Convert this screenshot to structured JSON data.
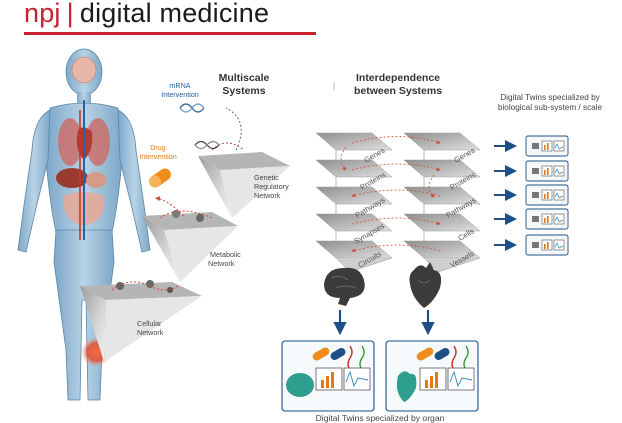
{
  "header": {
    "brand_npj": "npj",
    "brand_sep": "|",
    "brand_rest": "digital medicine"
  },
  "multiscale": {
    "title_line1": "Multiscale",
    "title_line2": "Systems",
    "mrna_line1": "mRNA",
    "mrna_line2": "Intervention",
    "drug_line1": "Drug",
    "drug_line2": "Intervention",
    "genetic_line1": "Genetic",
    "genetic_line2": "Regulatory",
    "genetic_line3": "Network",
    "metabolic_line1": "Metabolic",
    "metabolic_line2": "Network",
    "cellular_line1": "Cellular",
    "cellular_line2": "Network"
  },
  "interdependence": {
    "title_line1": "Interdependence",
    "title_line2": "between Systems",
    "left_stack": [
      "Genes",
      "Proteins",
      "Pathways",
      "Synapses",
      "Circuits"
    ],
    "right_stack": [
      "Genes",
      "Proteins",
      "Pathways",
      "Cells",
      "Vessels"
    ]
  },
  "subsystem_caption_line1": "Digital Twins specialized by",
  "subsystem_caption_line2": "biological sub-system / scale",
  "organ_caption": "Digital Twins specialized by organ",
  "colors": {
    "brand_red": "#c8202f",
    "arrow_blue": "#1d4f86",
    "mrna_blue": "#1f5f9a",
    "drug_orange": "#e07b17"
  }
}
